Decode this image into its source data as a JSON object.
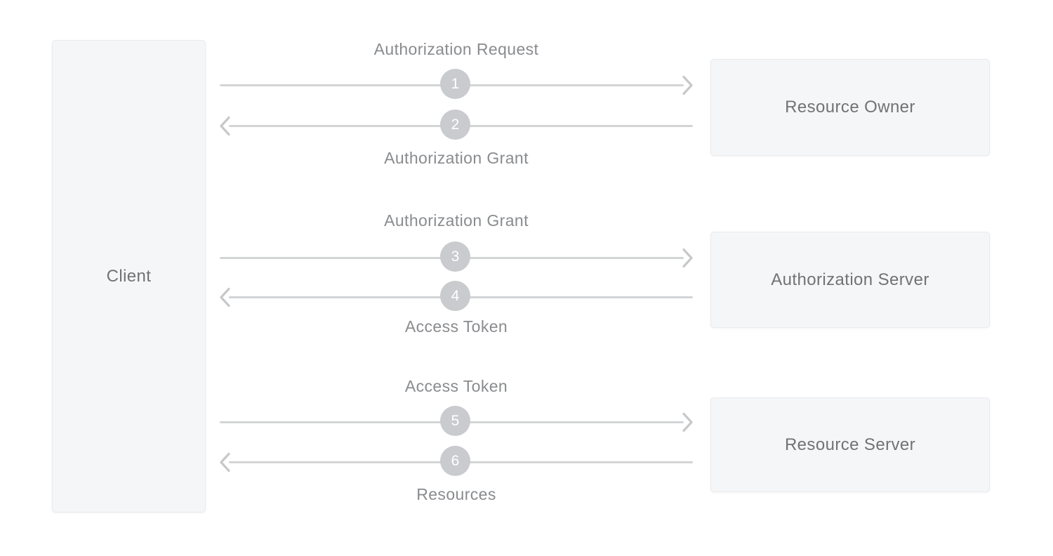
{
  "client": {
    "label": "Client"
  },
  "entities": [
    {
      "label": "Resource Owner"
    },
    {
      "label": "Authorization Server"
    },
    {
      "label": "Resource Server"
    }
  ],
  "flows": [
    {
      "request": {
        "step": "1",
        "label": "Authorization Request"
      },
      "response": {
        "step": "2",
        "label": "Authorization Grant"
      }
    },
    {
      "request": {
        "step": "3",
        "label": "Authorization Grant"
      },
      "response": {
        "step": "4",
        "label": "Access Token"
      }
    },
    {
      "request": {
        "step": "5",
        "label": "Access Token"
      },
      "response": {
        "step": "6",
        "label": "Resources"
      }
    }
  ],
  "colors": {
    "canvas_bg": "#ffffff",
    "box_bg": "#f5f6f8",
    "box_border": "#e9ebed",
    "box_text": "#707376",
    "label_text": "#898b8e",
    "arrow_line": "#d3d4d6",
    "arrowhead": "#c6c8cb",
    "step_circle_bg": "#c9cbce",
    "step_circle_text": "#ffffff"
  }
}
